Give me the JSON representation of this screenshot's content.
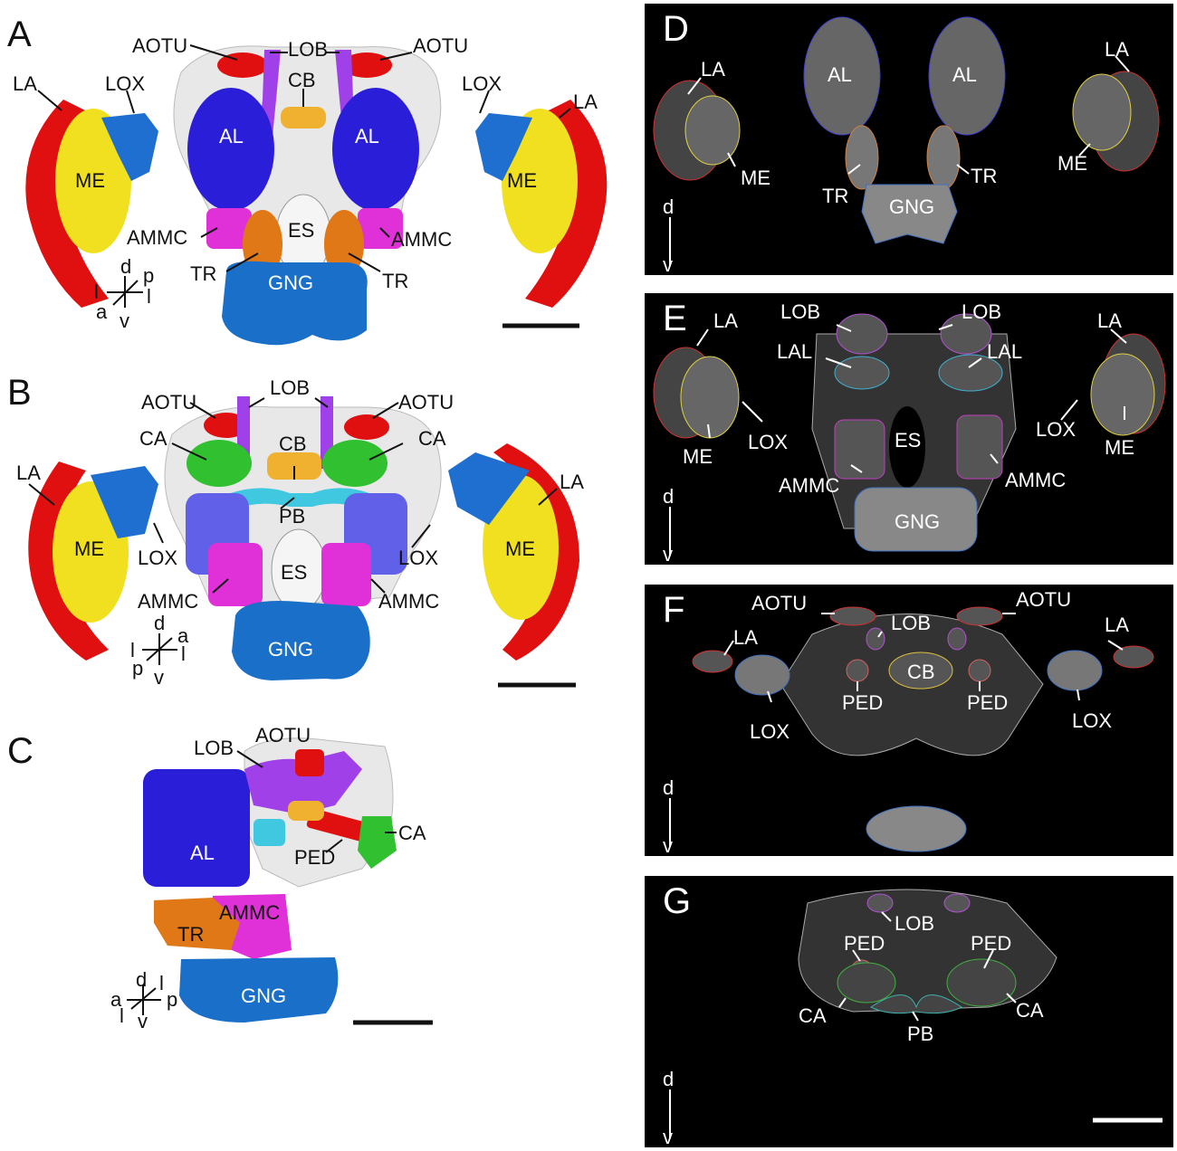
{
  "panels": {
    "A": {
      "letter": "A",
      "labels": {
        "aotu_l": "AOTU",
        "lob": "LOB",
        "aotu_r": "AOTU",
        "la_l": "LA",
        "lox_l": "LOX",
        "lox_r": "LOX",
        "la_r": "LA",
        "cb": "CB",
        "al_l": "AL",
        "al_r": "AL",
        "me_l": "ME",
        "me_r": "ME",
        "es": "ES",
        "ammc_l": "AMMC",
        "ammc_r": "AMMC",
        "tr_l": "TR",
        "tr_r": "TR",
        "gng": "GNG"
      },
      "orientation": {
        "d": "d",
        "p": "p",
        "l_left": "l",
        "l_right": "l",
        "a": "a",
        "v": "v"
      }
    },
    "B": {
      "letter": "B",
      "labels": {
        "lob": "LOB",
        "aotu_l": "AOTU",
        "aotu_r": "AOTU",
        "ca_l": "CA",
        "ca_r": "CA",
        "cb": "CB",
        "la_l": "LA",
        "la_r": "LA",
        "me_l": "ME",
        "me_r": "ME",
        "pb": "PB",
        "lox_l": "LOX",
        "lox_r": "LOX",
        "es": "ES",
        "ammc_l": "AMMC",
        "ammc_r": "AMMC",
        "gng": "GNG"
      },
      "orientation": {
        "d": "d",
        "a": "a",
        "l_left": "l",
        "l_right": "l",
        "p": "p",
        "v": "v"
      }
    },
    "C": {
      "letter": "C",
      "labels": {
        "lob": "LOB",
        "aotu": "AOTU",
        "al": "AL",
        "ca": "CA",
        "ped": "PED",
        "ammc": "AMMC",
        "tr": "TR",
        "gng": "GNG"
      },
      "orientation": {
        "d": "d",
        "l_top": "l",
        "a": "a",
        "p": "p",
        "l_bottom": "l",
        "v": "v"
      }
    },
    "D": {
      "letter": "D",
      "labels": {
        "la_l": "LA",
        "al_l": "AL",
        "al_r": "AL",
        "la_r": "LA",
        "me_l": "ME",
        "me_r": "ME",
        "tr_l": "TR",
        "tr_r": "TR",
        "gng": "GNG"
      },
      "orientation": {
        "d": "d",
        "v": "v"
      }
    },
    "E": {
      "letter": "E",
      "labels": {
        "la_l": "LA",
        "lob_l": "LOB",
        "lob_r": "LOB",
        "la_r": "LA",
        "lal_l": "LAL",
        "lal_r": "LAL",
        "me_l": "ME",
        "lox_l": "LOX",
        "es": "ES",
        "lox_r": "LOX",
        "me_r": "ME",
        "ammc_l": "AMMC",
        "ammc_r": "AMMC",
        "gng": "GNG"
      },
      "orientation": {
        "d": "d",
        "v": "v"
      }
    },
    "F": {
      "letter": "F",
      "labels": {
        "aotu_l": "AOTU",
        "aotu_r": "AOTU",
        "lob": "LOB",
        "la_l": "LA",
        "la_r": "LA",
        "cb": "CB",
        "ped_l": "PED",
        "ped_r": "PED",
        "lox_l": "LOX",
        "lox_r": "LOX"
      },
      "orientation": {
        "d": "d",
        "v": "v"
      }
    },
    "G": {
      "letter": "G",
      "labels": {
        "lob": "LOB",
        "ped_l": "PED",
        "ped_r": "PED",
        "ca_l": "CA",
        "ca_r": "CA",
        "pb": "PB"
      },
      "orientation": {
        "d": "d",
        "v": "v"
      }
    }
  },
  "colors": {
    "lamina": "#e01010",
    "medulla": "#f0e020",
    "lobula_complex": "#1e6fd0",
    "antennal_lobe": "#2a1ed8",
    "mushroom_lobe": "#a040e8",
    "central_body": "#f0b030",
    "gnathal": "#1a6fc8",
    "tritocerebrum": "#e07818",
    "ammc": "#e030d8",
    "calyx": "#30c030",
    "protocerebral_bridge": "#40c8e0",
    "brain_shell": "#e6e6e6",
    "photo_bg": "#000000"
  }
}
